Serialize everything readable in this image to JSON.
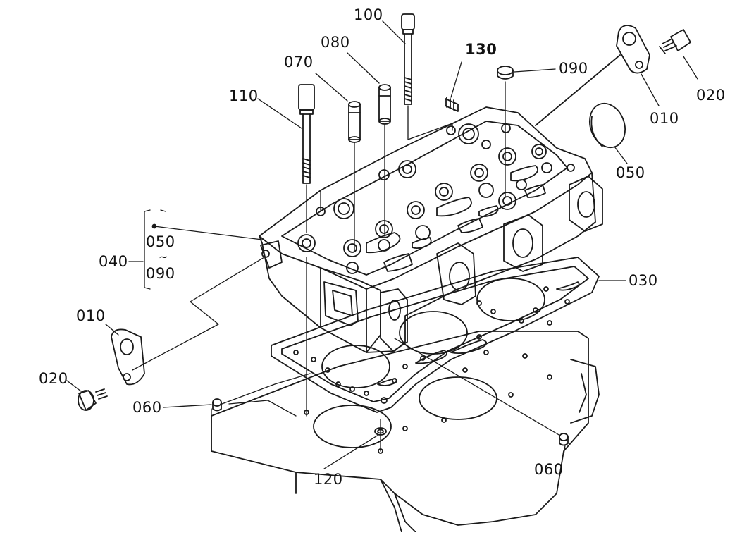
{
  "diagram": {
    "style": {
      "ink": "#1a1a1a",
      "background": "#ffffff"
    },
    "labels": {
      "p100": "100",
      "p080": "080",
      "p070": "070",
      "p110": "110",
      "p130": "130",
      "p090_top": "090",
      "p020_top": "020",
      "p010_top": "010",
      "p050_top": "050",
      "p030": "030",
      "p040": "040",
      "p050_group": "050",
      "group_tilde": "~",
      "p090_group": "090",
      "p010_left": "010",
      "p020_left": "020",
      "p060_left": "060",
      "p120": "120",
      "p060_right": "060"
    }
  }
}
